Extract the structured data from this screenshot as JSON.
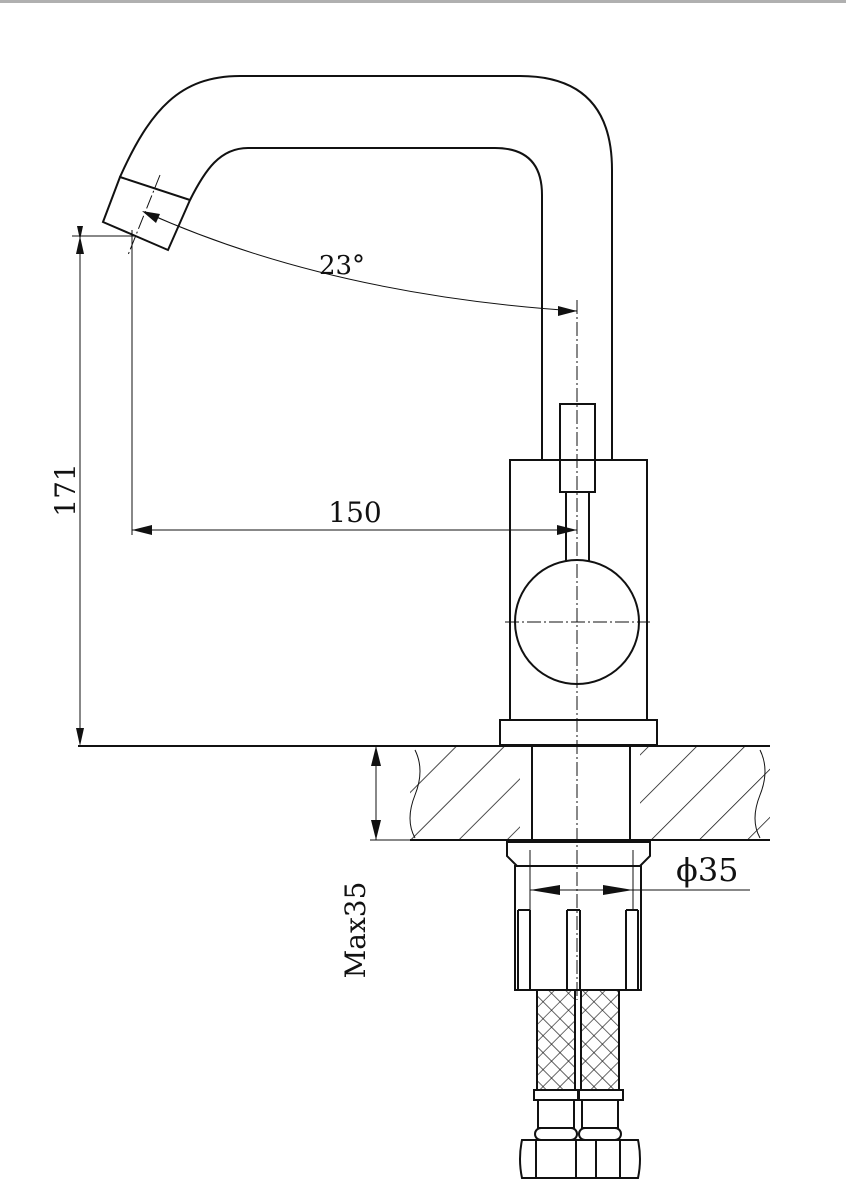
{
  "drawing": {
    "title": "Faucet side elevation dimension drawing",
    "dimensions": {
      "height": "171",
      "reach": "150",
      "angle": "23°",
      "max_deck_thickness": "Max35",
      "hole_diameter": "ϕ35"
    }
  }
}
